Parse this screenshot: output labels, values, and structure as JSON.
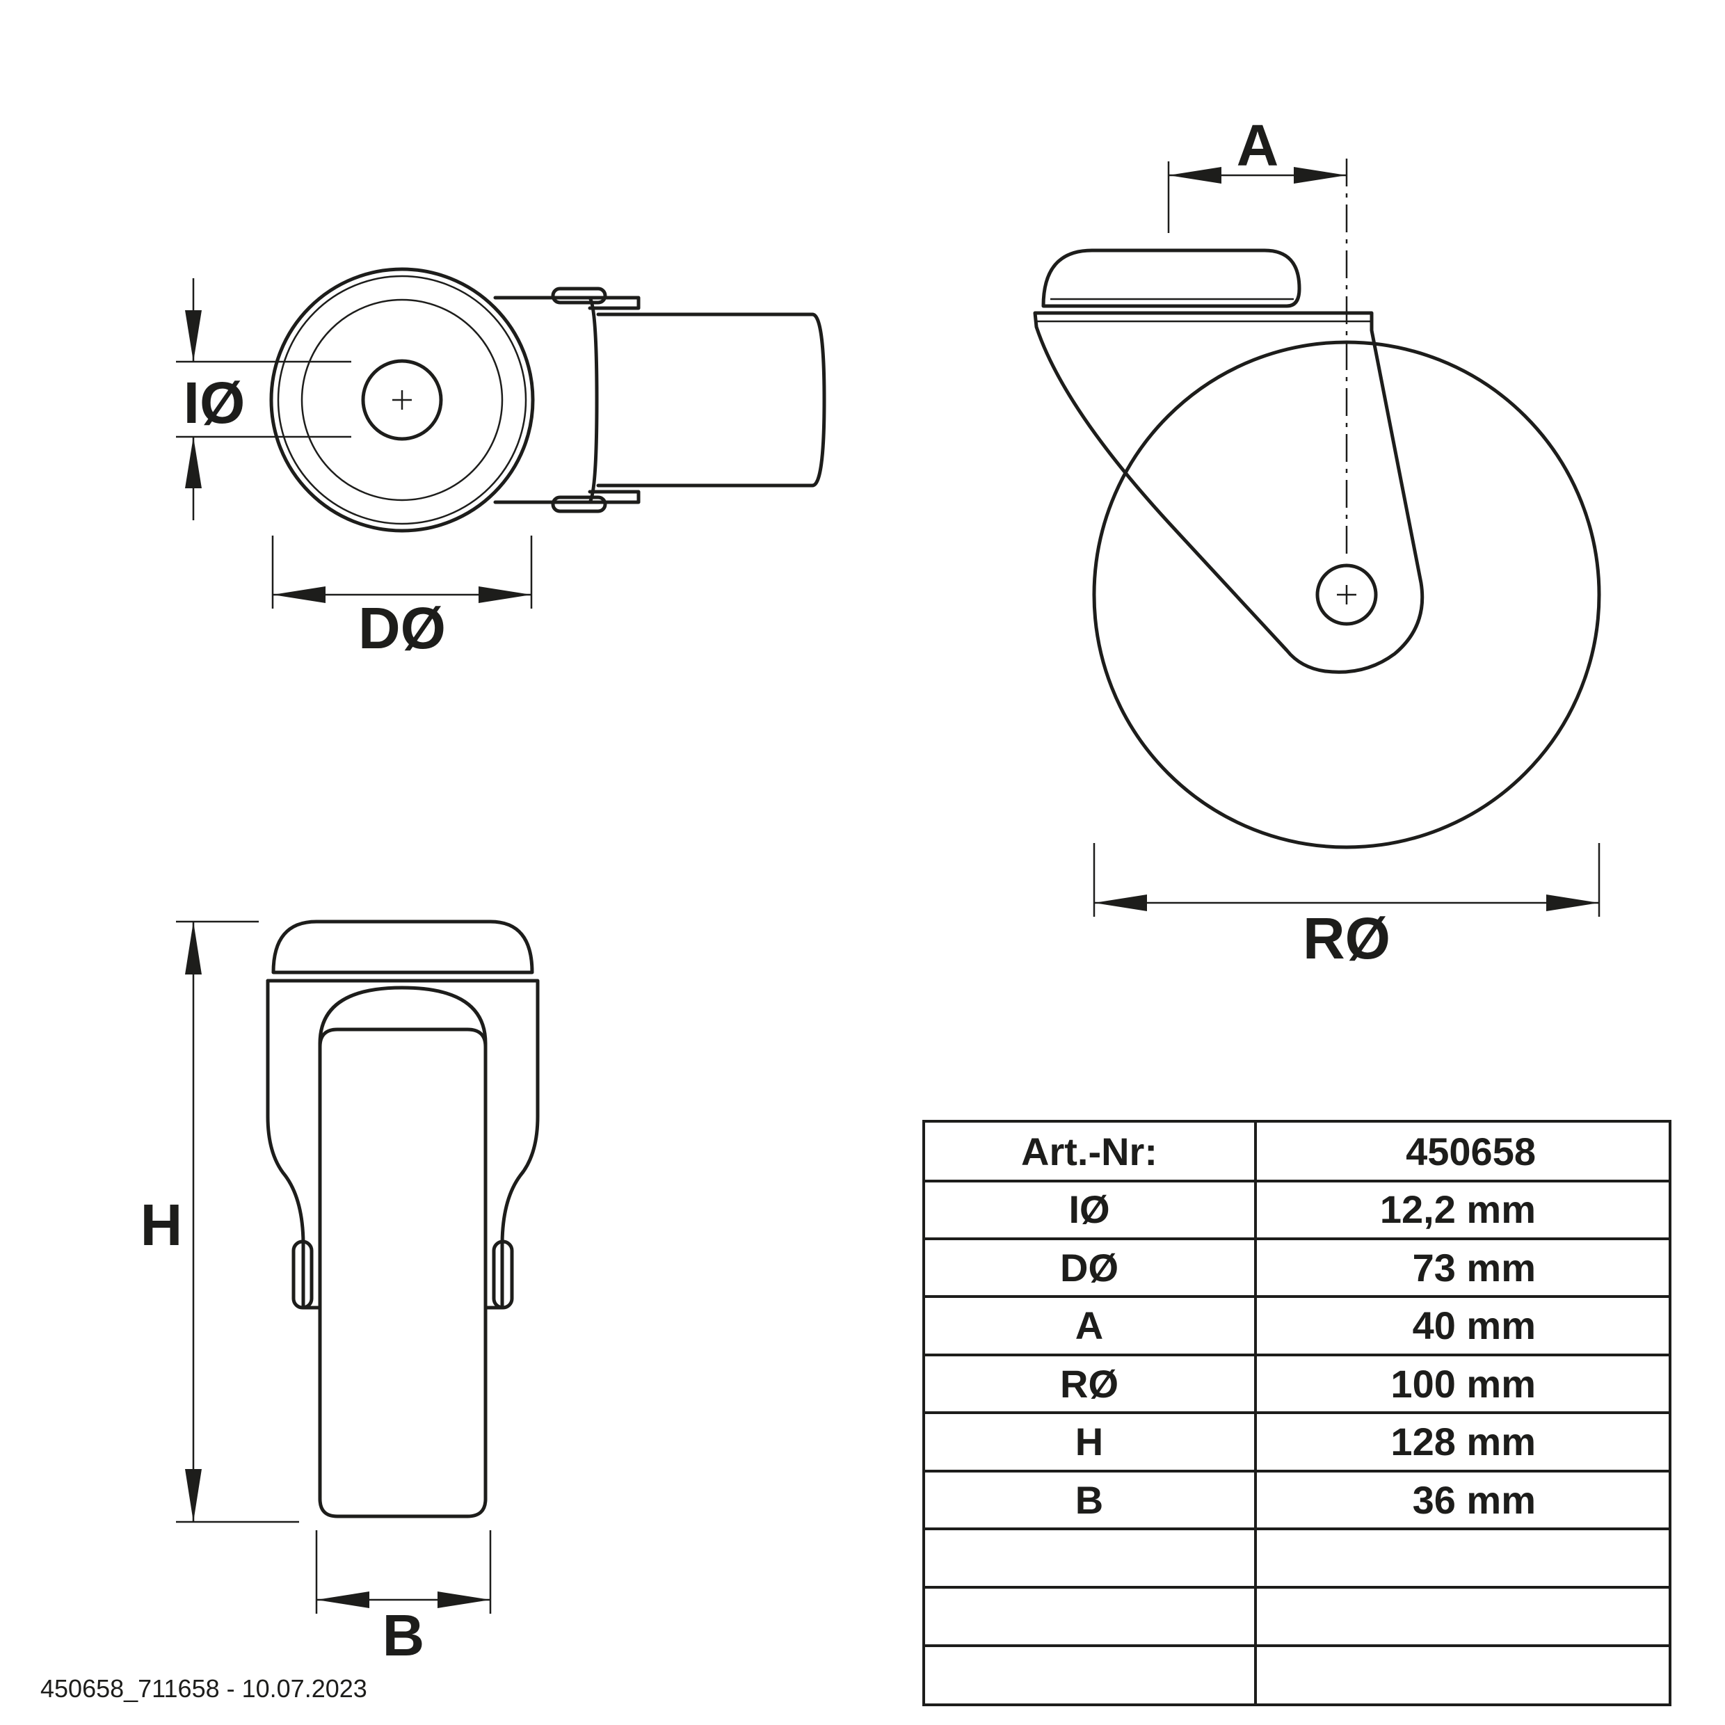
{
  "labels": {
    "i_dia": "IØ",
    "d_dia": "DØ",
    "a": "A",
    "r_dia": "RØ",
    "h": "H",
    "b": "B"
  },
  "table": {
    "header": {
      "key": "Art.-Nr:",
      "value": "450658"
    },
    "rows": [
      {
        "key": "IØ",
        "value": "12,2 mm"
      },
      {
        "key": "DØ",
        "value": "73 mm"
      },
      {
        "key": "A",
        "value": "40 mm"
      },
      {
        "key": "RØ",
        "value": "100 mm"
      },
      {
        "key": "H",
        "value": "128 mm"
      },
      {
        "key": "B",
        "value": "36 mm"
      },
      {
        "key": "",
        "value": ""
      },
      {
        "key": "",
        "value": ""
      },
      {
        "key": "",
        "value": ""
      }
    ]
  },
  "footer": "450658_711658 - 10.07.2023"
}
